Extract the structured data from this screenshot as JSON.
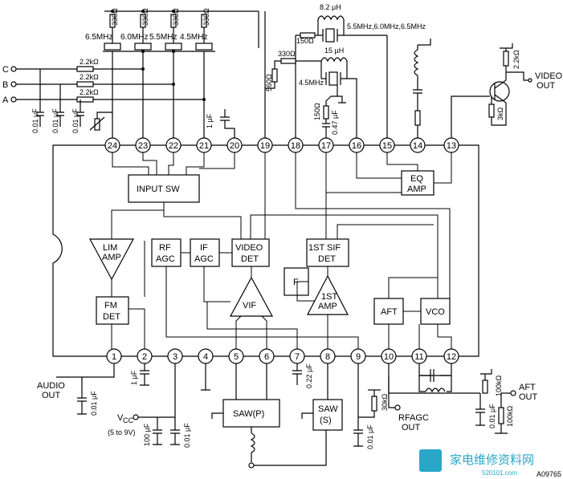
{
  "pins_bottom": [
    "1",
    "2",
    "3",
    "4",
    "5",
    "6",
    "7",
    "8",
    "9",
    "10",
    "11",
    "12"
  ],
  "pins_top": [
    "24",
    "23",
    "22",
    "21",
    "20",
    "19",
    "18",
    "17",
    "16",
    "15",
    "14",
    "13"
  ],
  "blocks": {
    "input_sw": "INPUT SW",
    "lim_amp": [
      "LIM",
      "AMP"
    ],
    "fm_det": [
      "FM",
      "DET"
    ],
    "rf_agc": [
      "RF",
      "AGC"
    ],
    "if_agc": [
      "IF",
      "AGC"
    ],
    "video_det": [
      "VIDEO",
      "DET"
    ],
    "sif_det": [
      "1ST SIF",
      "DET"
    ],
    "f": "F",
    "sif_amp": [
      "1ST",
      "AMP"
    ],
    "vif": "VIF",
    "aft": "AFT",
    "vco": "VCO",
    "eq_amp": [
      "EQ",
      "AMP"
    ],
    "saw_p": "SAW(P)",
    "saw_s": [
      "SAW",
      "(S)"
    ]
  },
  "inputs": [
    "C",
    "B",
    "A"
  ],
  "labels": {
    "r330": "330Ω",
    "f65": "6.5MHz",
    "f60": "6.0MHz",
    "f55": "5.5MHz",
    "f45": "4.5MHz",
    "r22k": "2.2kΩ",
    "c001": "0.01 μF",
    "c1u": "1 μF",
    "l82": "8.2 μH",
    "r150": "150Ω",
    "multi_freq": "5.5MHz,6.0MHz,6.5MHz",
    "r330b": "330Ω",
    "l15": "15 μH",
    "r560": "560Ω",
    "f45b": "4.5MHz",
    "r150b": "150Ω",
    "c047": "0.47 μF",
    "r22kb": "2.2kΩ",
    "video_out": [
      "VIDEO",
      "OUT"
    ],
    "r3k": "3kΩ",
    "audio_out": [
      "AUDIO",
      "OUT"
    ],
    "c001b": "0.01 μF",
    "c1ub": "1 μF",
    "vcc": "V",
    "vcc_sub": "CC",
    "vcc_range": "(5 to 9V)",
    "c100": "100 μF",
    "c001c": "0.01 μF",
    "c022": "0.22 μF",
    "r30k": "30kΩ",
    "c001d": "0.01 μF",
    "rfagc_out": [
      "RFAGC",
      "OUT"
    ],
    "c001e": "0.01 μF",
    "r100k1": "100kΩ",
    "r100k2": "100kΩ",
    "aft_out": [
      "AFT",
      "OUT"
    ]
  },
  "watermark": {
    "text": "家电维修资料网",
    "url": "520101.com",
    "code": "A09765"
  }
}
